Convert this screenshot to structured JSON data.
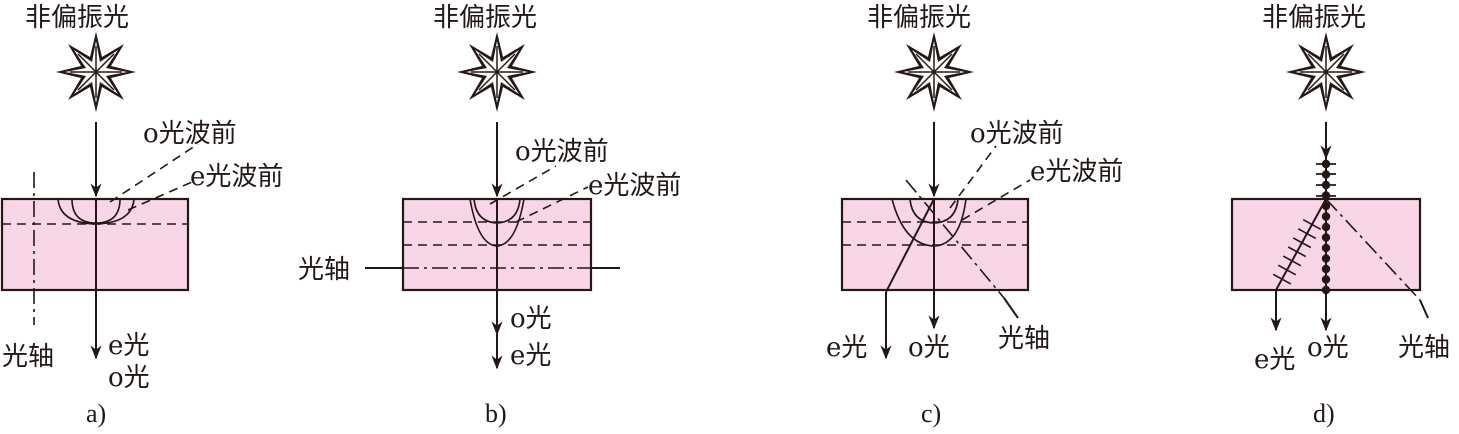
{
  "colors": {
    "crystal_fill": "#f8d6e8",
    "ink": "#231815"
  },
  "icons": {
    "light_source": "star-burst-icon"
  },
  "panels": [
    {
      "id": "a",
      "source_label": "非偏振光",
      "o_wavefront_label": "o光波前",
      "e_wavefront_label": "e光波前",
      "axis_label": "光轴",
      "ray_label_1": "e光",
      "ray_label_2": "o光",
      "caption": "a)"
    },
    {
      "id": "b",
      "source_label": "非偏振光",
      "o_wavefront_label": "o光波前",
      "e_wavefront_label": "e光波前",
      "axis_label": "光轴",
      "ray_label_1": "o光",
      "ray_label_2": "e光",
      "caption": "b)"
    },
    {
      "id": "c",
      "source_label": "非偏振光",
      "o_wavefront_label": "o光波前",
      "e_wavefront_label": "e光波前",
      "axis_label": "光轴",
      "e_ray_label": "e光",
      "o_ray_label": "o光",
      "caption": "c)"
    },
    {
      "id": "d",
      "source_label": "非偏振光",
      "axis_label": "光轴",
      "e_ray_label": "e光",
      "o_ray_label": "o光",
      "caption": "d)"
    }
  ]
}
